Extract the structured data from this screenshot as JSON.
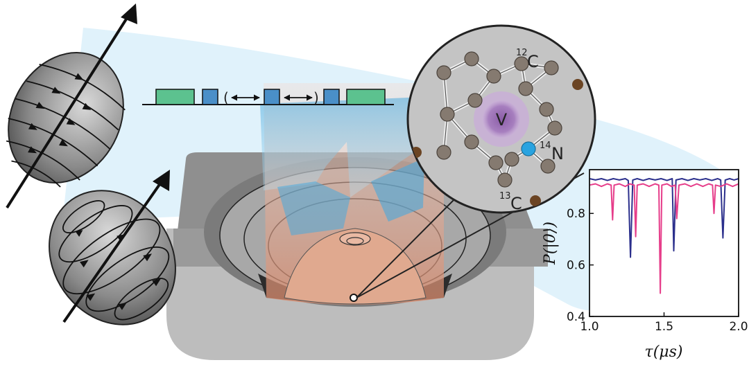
{
  "labels": {
    "vacancy": "V",
    "nitrogen_mass": "14",
    "nitrogen_symbol": "N",
    "carbon12_mass": "12",
    "carbon12_symbol": "C",
    "carbon13_mass": "13",
    "carbon13_symbol": "C",
    "pulse_open": "(",
    "pulse_close": ")"
  },
  "colors": {
    "green_pulse": "#5cc28f",
    "blue_pulse": "#4a8fc8",
    "lattice_atom": "#857a70",
    "carbon13_atom": "#6b4423",
    "nitrogen_atom": "#29a3e0",
    "vacancy": "#9b6fb0",
    "beam": "#4aa9dc",
    "laser": "#e8a489"
  },
  "chart_data": {
    "type": "line",
    "xlabel": "τ(μs)",
    "ylabel": "P(|0⟩)",
    "xlim": [
      1.0,
      2.0
    ],
    "ylim": [
      0.4,
      0.97
    ],
    "xticks": [
      "1.0",
      "1.5",
      "2.0"
    ],
    "yticks": [
      "0.4",
      "0.6",
      "0.8"
    ],
    "series": [
      {
        "color": "#2b2f8c",
        "points": [
          [
            1.0,
            0.935
          ],
          [
            1.04,
            0.93
          ],
          [
            1.08,
            0.935
          ],
          [
            1.12,
            0.928
          ],
          [
            1.16,
            0.935
          ],
          [
            1.2,
            0.93
          ],
          [
            1.24,
            0.935
          ],
          [
            1.26,
            0.928
          ],
          [
            1.275,
            0.63
          ],
          [
            1.29,
            0.93
          ],
          [
            1.32,
            0.935
          ],
          [
            1.36,
            0.928
          ],
          [
            1.4,
            0.935
          ],
          [
            1.44,
            0.93
          ],
          [
            1.48,
            0.935
          ],
          [
            1.52,
            0.928
          ],
          [
            1.555,
            0.935
          ],
          [
            1.565,
            0.655
          ],
          [
            1.58,
            0.93
          ],
          [
            1.62,
            0.935
          ],
          [
            1.66,
            0.928
          ],
          [
            1.7,
            0.935
          ],
          [
            1.74,
            0.93
          ],
          [
            1.78,
            0.935
          ],
          [
            1.82,
            0.928
          ],
          [
            1.86,
            0.935
          ],
          [
            1.88,
            0.93
          ],
          [
            1.895,
            0.705
          ],
          [
            1.91,
            0.93
          ],
          [
            1.94,
            0.935
          ],
          [
            1.97,
            0.93
          ],
          [
            2.0,
            0.935
          ]
        ]
      },
      {
        "color": "#e63d8a",
        "points": [
          [
            1.0,
            0.91
          ],
          [
            1.04,
            0.915
          ],
          [
            1.08,
            0.905
          ],
          [
            1.12,
            0.915
          ],
          [
            1.145,
            0.91
          ],
          [
            1.155,
            0.775
          ],
          [
            1.165,
            0.91
          ],
          [
            1.2,
            0.915
          ],
          [
            1.24,
            0.905
          ],
          [
            1.27,
            0.915
          ],
          [
            1.3,
            0.91
          ],
          [
            1.31,
            0.71
          ],
          [
            1.32,
            0.91
          ],
          [
            1.36,
            0.915
          ],
          [
            1.4,
            0.905
          ],
          [
            1.44,
            0.915
          ],
          [
            1.465,
            0.91
          ],
          [
            1.475,
            0.49
          ],
          [
            1.485,
            0.91
          ],
          [
            1.52,
            0.915
          ],
          [
            1.55,
            0.905
          ],
          [
            1.575,
            0.91
          ],
          [
            1.585,
            0.78
          ],
          [
            1.6,
            0.91
          ],
          [
            1.64,
            0.915
          ],
          [
            1.68,
            0.905
          ],
          [
            1.72,
            0.915
          ],
          [
            1.76,
            0.905
          ],
          [
            1.8,
            0.915
          ],
          [
            1.825,
            0.91
          ],
          [
            1.835,
            0.8
          ],
          [
            1.845,
            0.91
          ],
          [
            1.88,
            0.905
          ],
          [
            1.92,
            0.915
          ],
          [
            1.96,
            0.905
          ],
          [
            2.0,
            0.915
          ]
        ]
      }
    ]
  }
}
